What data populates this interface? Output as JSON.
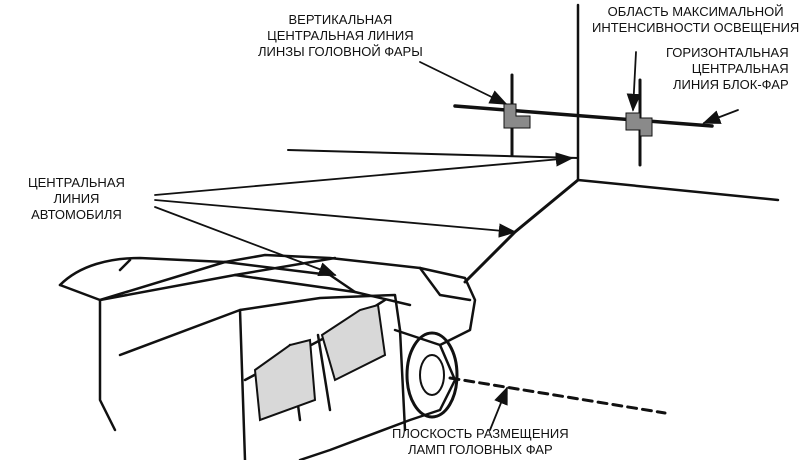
{
  "labels": {
    "headlight_vertical": [
      "ВЕРТИКАЛЬНАЯ",
      "ЦЕНТРАЛЬНАЯ ЛИНИЯ",
      "ЛИНЗЫ ГОЛОВНОЙ ФАРЫ"
    ],
    "max_intensity": [
      "ОБЛАСТЬ МАКСИМАЛЬНОЙ",
      "ИНТЕНСИВНОСТИ ОСВЕЩЕНИЯ"
    ],
    "headlight_horizontal": [
      "ГОРИЗОНТАЛЬНАЯ",
      "ЦЕНТРАЛЬНАЯ",
      "ЛИНИЯ БЛОК-ФАР"
    ],
    "vehicle_centerline": [
      "ЦЕНТРАЛЬНАЯ",
      "ЛИНИЯ",
      "АВТОМОБИЛЯ"
    ],
    "lamp_plane": [
      "ПЛОСКОСТЬ РАЗМЕЩЕНИЯ",
      "ЛАМП ГОЛОВНЫХ ФАР"
    ]
  },
  "colors": {
    "ink": "#111111",
    "marker": "#8a8a8a"
  }
}
